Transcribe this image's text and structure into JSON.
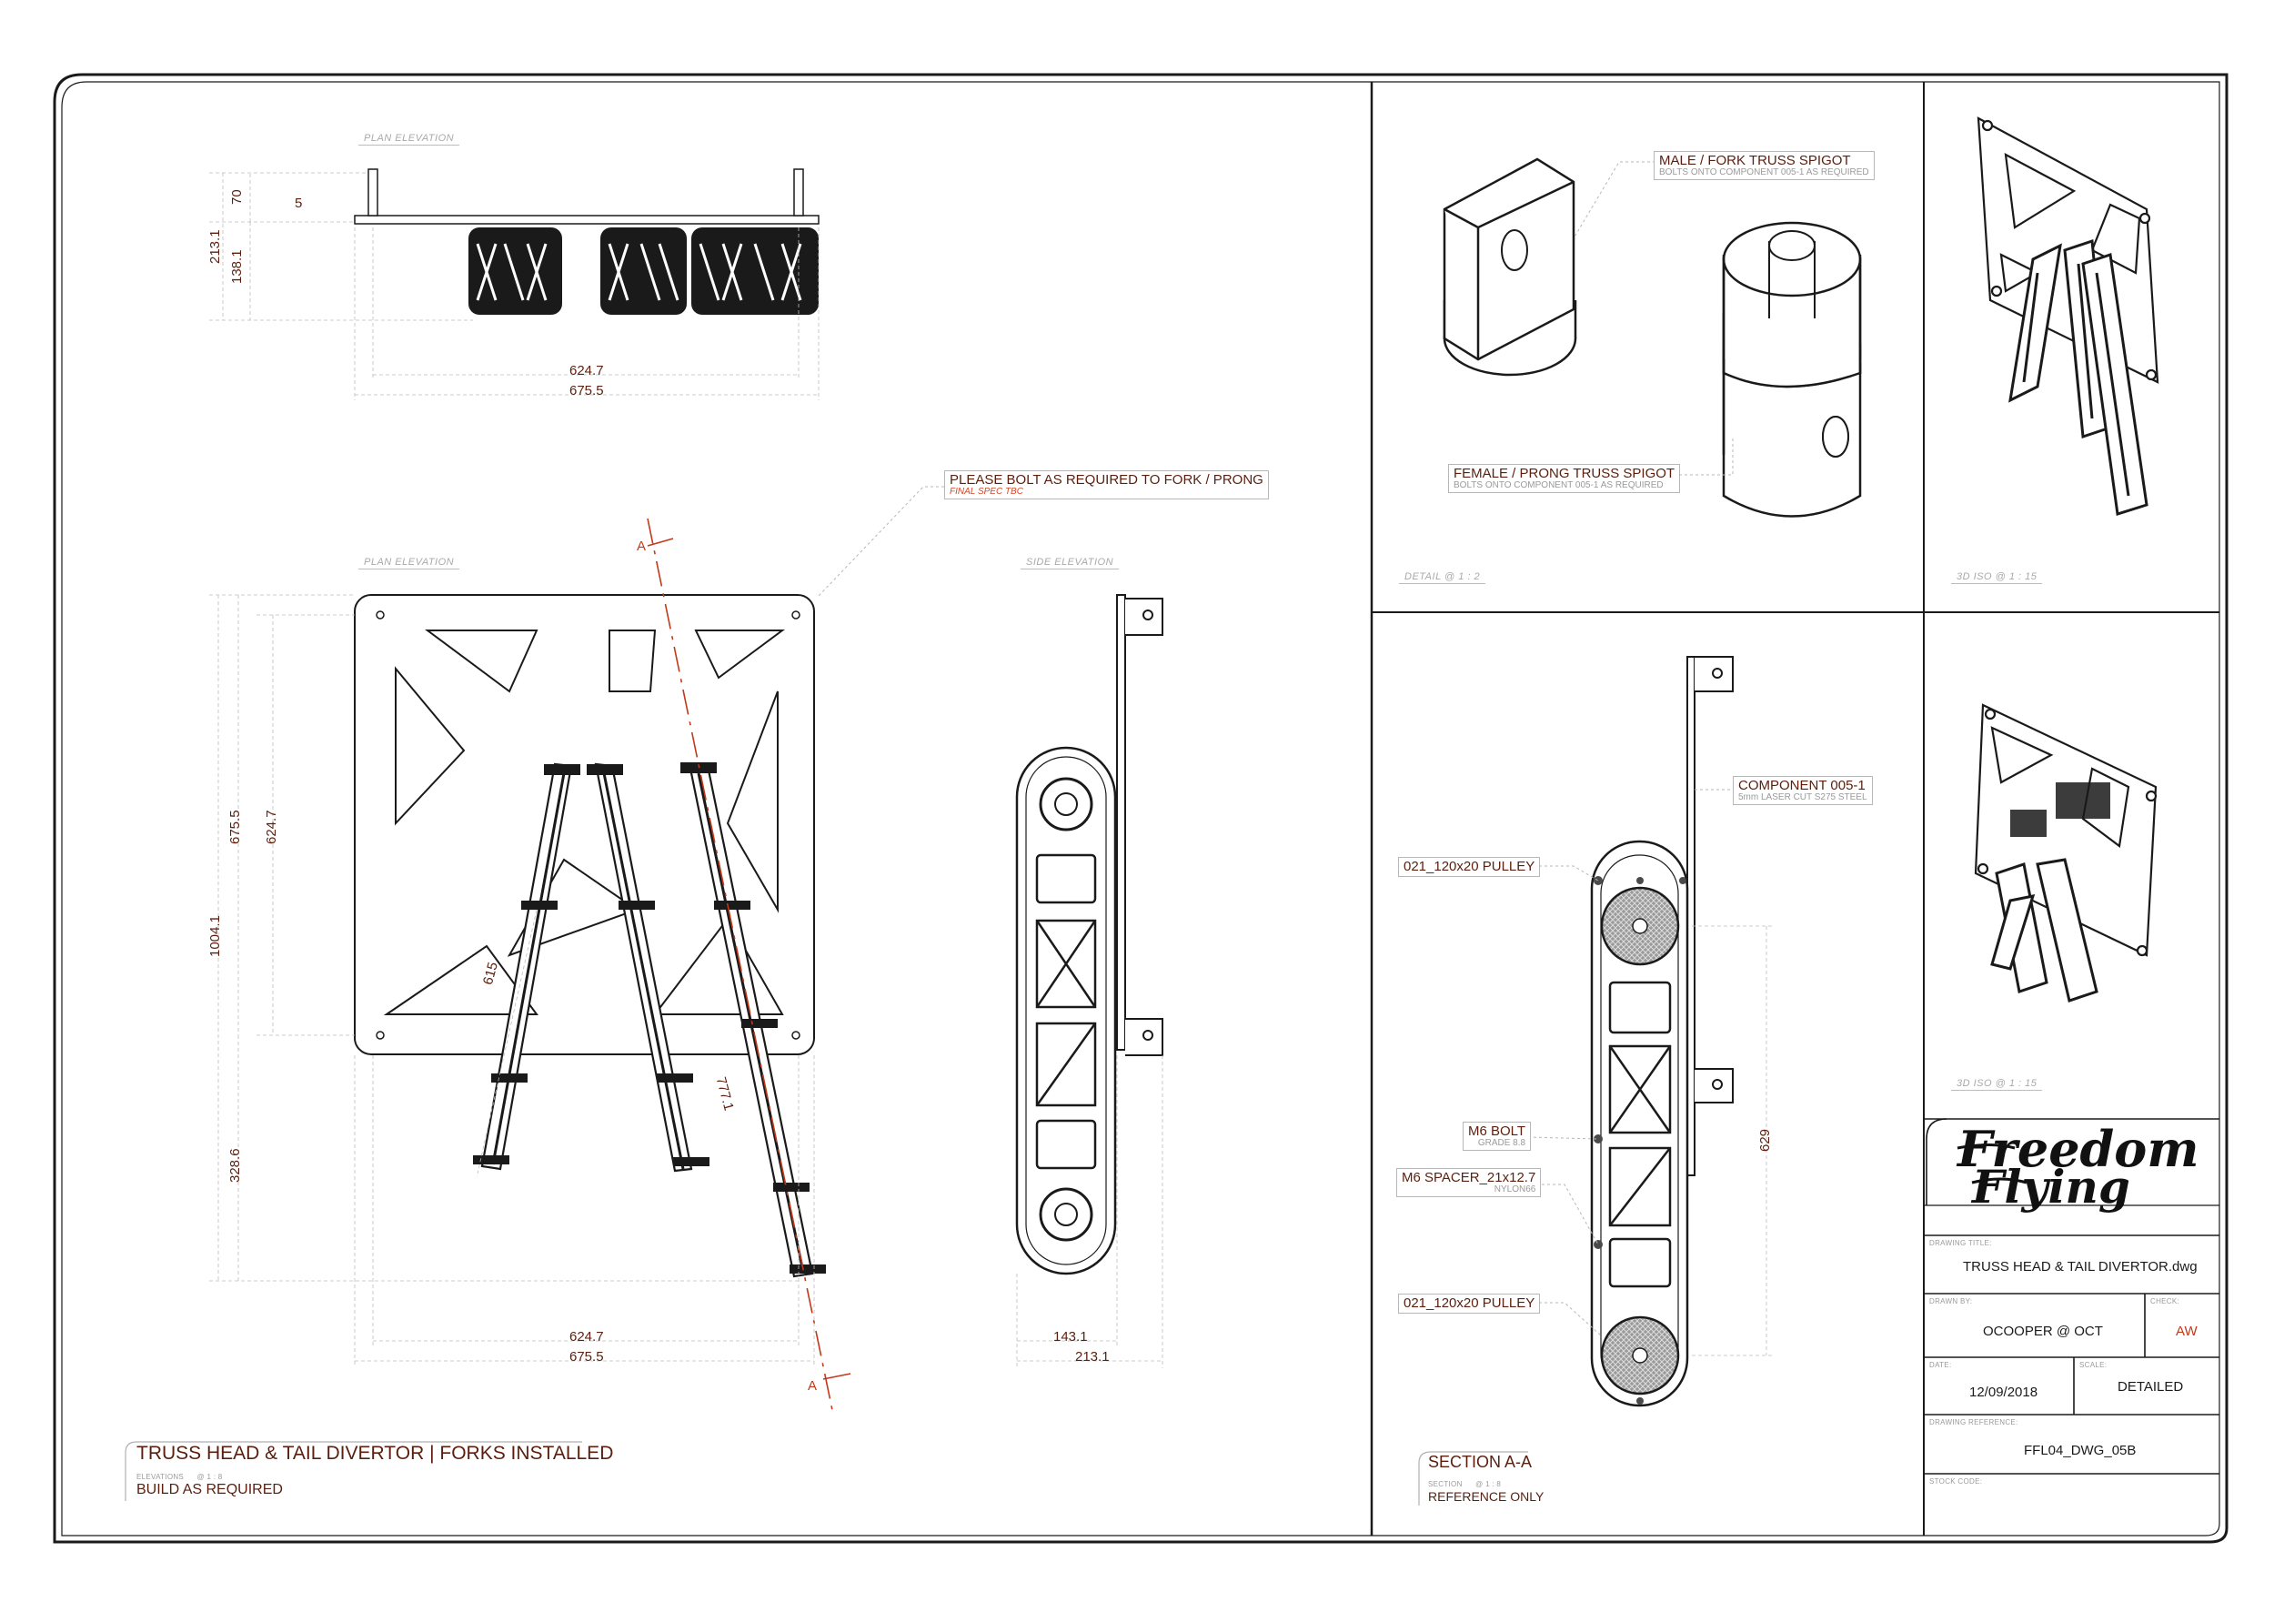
{
  "views": {
    "plan_top": "PLAN ELEVATION",
    "plan_front": "PLAN ELEVATION",
    "side": "SIDE ELEVATION",
    "detail": "DETAIL @ 1 : 2",
    "iso_top": "3D ISO @ 1 : 15",
    "iso_bottom": "3D ISO @ 1 : 15"
  },
  "dimensions": {
    "top_70": "70",
    "top_5": "5",
    "top_213_1": "213.1",
    "top_138_1": "138.1",
    "top_624_7": "624.7",
    "top_675_5": "675.5",
    "front_1004_1": "1004.1",
    "front_675_5": "675.5",
    "front_624_7": "624.7",
    "front_328_6": "328.6",
    "front_615": "615",
    "front_777_1": "777.1",
    "front_bottom_624_7": "624.7",
    "front_bottom_675_5": "675.5",
    "side_143_1": "143.1",
    "side_213_1": "213.1",
    "section_629": "629"
  },
  "section_marks": {
    "top": "A",
    "bottom": "A"
  },
  "callouts": {
    "bolt_note": {
      "title": "PLEASE BOLT AS REQUIRED TO FORK / PRONG",
      "sub": "FINAL SPEC TBC"
    },
    "male_spigot": {
      "title": "MALE / FORK TRUSS SPIGOT",
      "sub": "BOLTS ONTO COMPONENT 005-1 AS REQUIRED"
    },
    "female_spigot": {
      "title": "FEMALE / PRONG TRUSS SPIGOT",
      "sub": "BOLTS ONTO COMPONENT 005-1 AS REQUIRED"
    },
    "component": {
      "title": "COMPONENT 005-1",
      "sub": "5mm LASER CUT S275 STEEL"
    },
    "pulley_top": {
      "title": "021_120x20 PULLEY"
    },
    "m6_bolt": {
      "title": "M6 BOLT",
      "sub": "GRADE 8.8"
    },
    "m6_spacer": {
      "title": "M6 SPACER_21x12.7",
      "sub": "NYLON66"
    },
    "pulley_bottom": {
      "title": "021_120x20 PULLEY"
    }
  },
  "main_title": {
    "title": "TRUSS HEAD & TAIL DIVERTOR | FORKS INSTALLED",
    "cap1": "ELEVATIONS",
    "cap2": "@ 1 : 8",
    "sub": "BUILD AS REQUIRED"
  },
  "section_title": {
    "title": "SECTION A-A",
    "cap1": "SECTION",
    "cap2": "@ 1 : 8",
    "sub": "REFERENCE ONLY"
  },
  "title_block": {
    "logo_line1": "Freedom",
    "logo_line2": "Flying",
    "drawing_title_caption": "DRAWING TITLE:",
    "drawing_title": "TRUSS HEAD & TAIL DIVERTOR.dwg",
    "drawn_by_caption": "DRAWN BY:",
    "drawn_by": "OCOOPER @ OCT",
    "check_caption": "CHECK:",
    "check": "AW",
    "date_caption": "DATE:",
    "date": "12/09/2018",
    "scale_caption": "SCALE:",
    "scale": "DETAILED",
    "ref_caption": "DRAWING REFERENCE:",
    "ref": "FFL04_DWG_05B",
    "stock_caption": "STOCK CODE:",
    "stock": ""
  },
  "colors": {
    "ink": "#1a1a1a",
    "dim": "#5a1f0e",
    "section_line": "#c0391b",
    "faint": "#a9a9a9"
  }
}
